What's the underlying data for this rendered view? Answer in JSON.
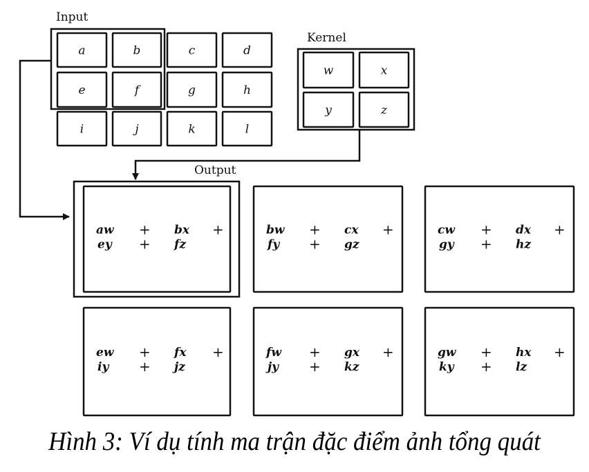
{
  "labels": {
    "input": "Input",
    "kernel": "Kernel",
    "output": "Output"
  },
  "input_grid": [
    [
      "a",
      "b",
      "c",
      "d"
    ],
    [
      "e",
      "f",
      "g",
      "h"
    ],
    [
      "i",
      "j",
      "k",
      "l"
    ]
  ],
  "kernel_grid": [
    [
      "w",
      "x"
    ],
    [
      "y",
      "z"
    ]
  ],
  "output_grid": [
    [
      {
        "t1": "aw",
        "t2": "bx",
        "t3": "ey",
        "t4": "fz"
      },
      {
        "t1": "bw",
        "t2": "cx",
        "t3": "fy",
        "t4": "gz"
      },
      {
        "t1": "cw",
        "t2": "dx",
        "t3": "gy",
        "t4": "hz"
      }
    ],
    [
      {
        "t1": "ew",
        "t2": "fx",
        "t3": "iy",
        "t4": "jz"
      },
      {
        "t1": "fw",
        "t2": "gx",
        "t3": "jy",
        "t4": "kz"
      },
      {
        "t1": "gw",
        "t2": "hx",
        "t3": "ky",
        "t4": "lz"
      }
    ]
  ],
  "plus_sign": "+",
  "caption": "Hình 3: Ví dụ tính ma trận đặc điểm ảnh tổng quát"
}
